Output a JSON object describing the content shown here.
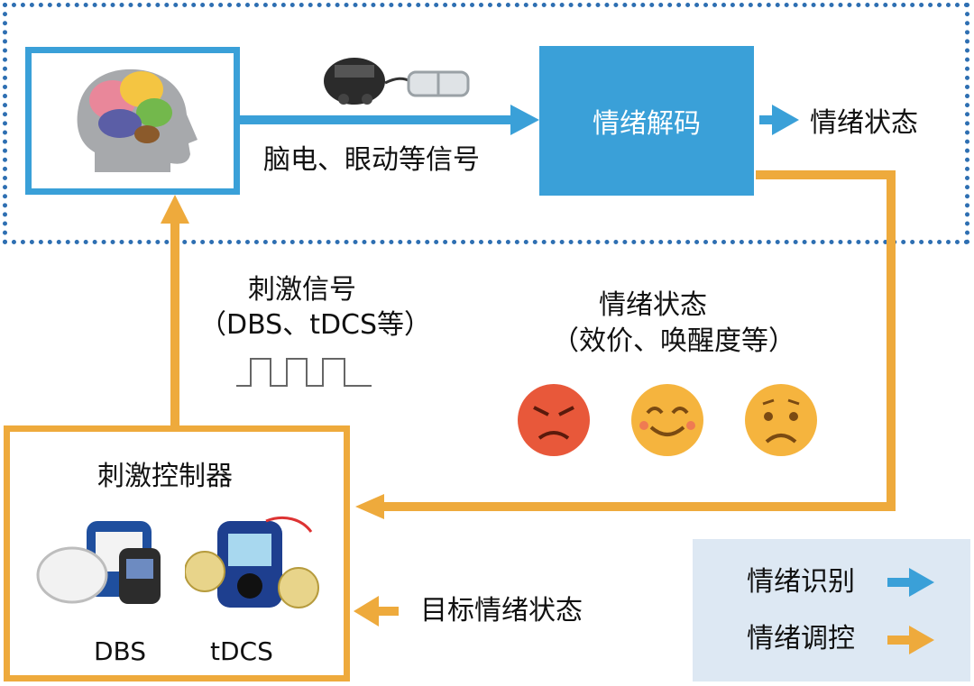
{
  "recognition": {
    "signal_label": "脑电、眼动等信号",
    "decode_label": "情绪解码",
    "output_label": "情绪状态"
  },
  "stimulation": {
    "title": "刺激信号",
    "subtitle": "（DBS、tDCS等）"
  },
  "emotion": {
    "title": "情绪状态",
    "subtitle": "（效价、唤醒度等）",
    "faces": [
      "angry-face-icon",
      "happy-face-icon",
      "sad-face-icon"
    ]
  },
  "controller": {
    "title": "刺激控制器",
    "device_labels": [
      "DBS",
      "tDCS"
    ]
  },
  "target_label": "目标情绪状态",
  "legend": {
    "items": [
      {
        "label": "情绪识别",
        "color": "#3aa0d8"
      },
      {
        "label": "情绪调控",
        "color": "#eeaa3c"
      }
    ]
  },
  "colors": {
    "blue": "#3aa0d8",
    "orange": "#eeaa3c",
    "frame": "#2e6fb2"
  }
}
